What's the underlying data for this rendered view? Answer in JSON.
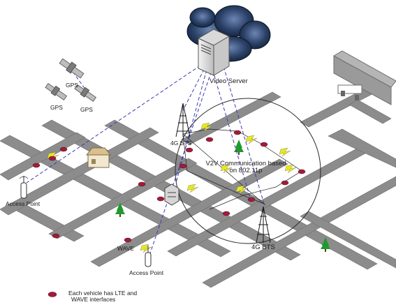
{
  "labels": {
    "video_server": "Video Server",
    "gps_1": "GPS",
    "gps_2": "GPS",
    "gps_3": "GPS",
    "bts_top": "4G BTS",
    "bts_bottom": "4G BTS",
    "access_point_left": "Access Point",
    "access_point_bottom": "Access Point",
    "wave": "WAVE",
    "v2v_line1": "V2V Communication based",
    "v2v_line2": "on 802.11p",
    "legend_line1": "Each vehicle has LTE and",
    "legend_line2": "WAVE interfaces"
  },
  "colors": {
    "road": "#8a8a8a",
    "road_edge": "#6d6d6d",
    "cloud": "#1d2f4d",
    "car": "#a31b3a",
    "link_dashed": "#3b3bb0",
    "lightning": "#e8e81a",
    "tree": "#1f9a2e"
  }
}
